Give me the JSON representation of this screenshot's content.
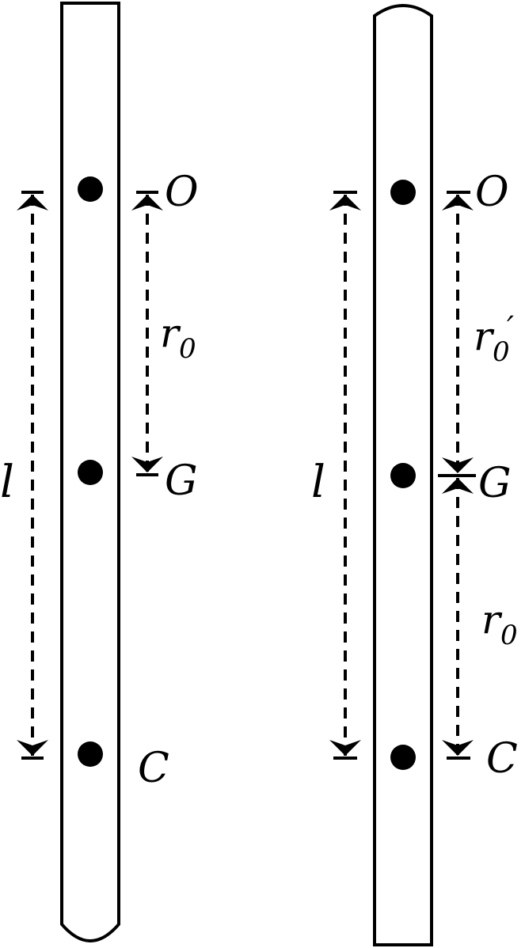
{
  "colors": {
    "stroke": "#000000",
    "fill": "#ffffff"
  },
  "left_diagram": {
    "points": {
      "o": "O",
      "g": "G",
      "c": "C"
    },
    "length_label": "l",
    "distance_label": {
      "base": "r",
      "sub": "0",
      "prime": ""
    }
  },
  "right_diagram": {
    "points": {
      "o": "O",
      "g": "G",
      "c": "C"
    },
    "length_label": "l",
    "upper_distance_label": {
      "base": "r",
      "sub": "0",
      "prime": "′"
    },
    "lower_distance_label": {
      "base": "r",
      "sub": "0",
      "prime": ""
    }
  }
}
